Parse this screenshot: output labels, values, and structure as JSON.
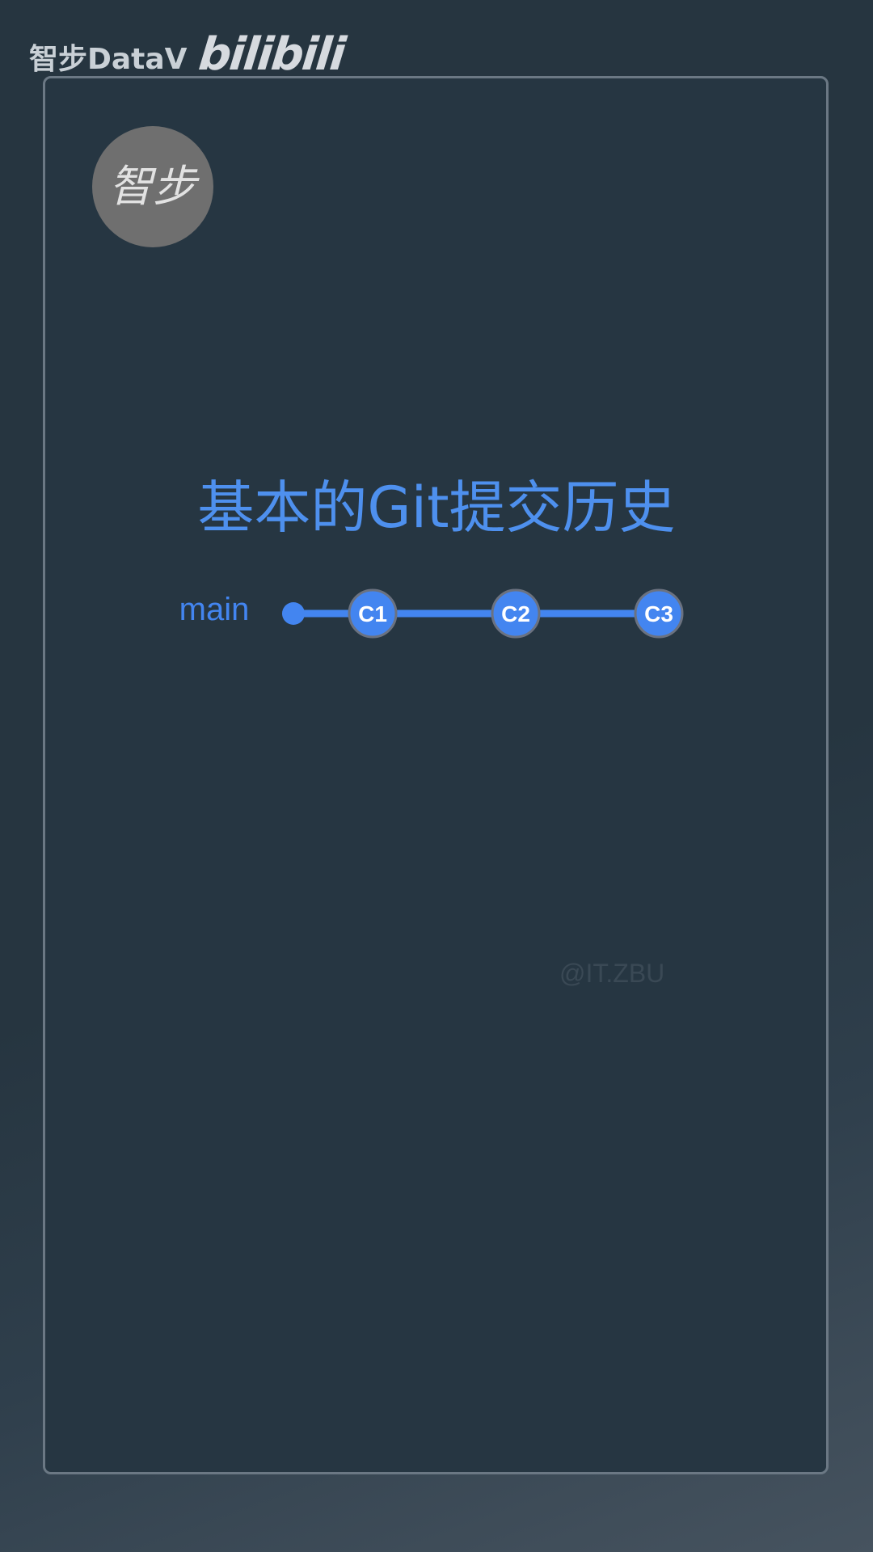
{
  "header": {
    "brand": "智步DataV",
    "logo": "bilibili"
  },
  "avatar": {
    "text": "智步"
  },
  "diagram": {
    "title": "基本的Git提交历史",
    "branch": {
      "name": "main",
      "commits": [
        "C1",
        "C2",
        "C3"
      ]
    },
    "colors": {
      "title": "#4e90ee",
      "line": "#4385f0",
      "node": "#4385f0",
      "node_border": "#6b7280",
      "node_text": "#ffffff"
    }
  },
  "watermark": "@IT.ZBU"
}
